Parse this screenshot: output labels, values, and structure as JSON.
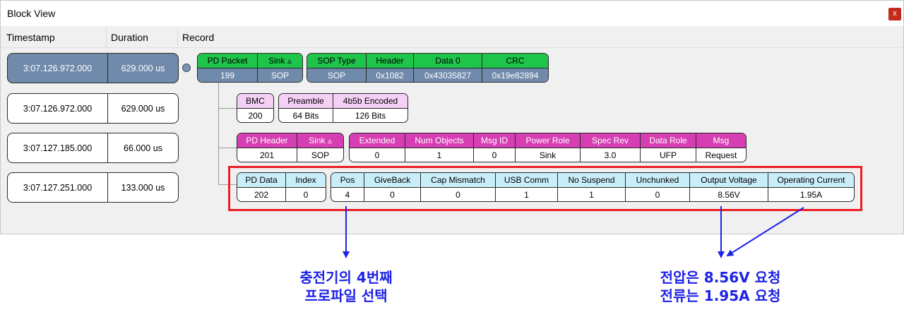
{
  "window": {
    "title": "Block View",
    "close_label": "x"
  },
  "columns": {
    "timestamp": "Timestamp",
    "duration": "Duration",
    "record": "Record"
  },
  "rows": [
    {
      "timestamp": "3:07.126.972.000",
      "duration": "629.000 us",
      "selected": true
    },
    {
      "timestamp": "3:07.126.972.000",
      "duration": "629.000 us",
      "selected": false
    },
    {
      "timestamp": "3:07.127.185.000",
      "duration": "66.000 us",
      "selected": false
    },
    {
      "timestamp": "3:07.127.251.000",
      "duration": "133.000 us",
      "selected": false
    }
  ],
  "packet": {
    "pd_packet": {
      "label": "PD Packet",
      "value": "199"
    },
    "sink": {
      "label": "Sink ▵",
      "value": "SOP"
    },
    "sop_type": {
      "label": "SOP Type",
      "value": "SOP"
    },
    "header": {
      "label": "Header",
      "value": "0x1082"
    },
    "data0": {
      "label": "Data 0",
      "value": "0x43035827"
    },
    "crc": {
      "label": "CRC",
      "value": "0x19e82894"
    }
  },
  "bmc": {
    "bmc": {
      "label": "BMC",
      "value": "200"
    },
    "preamble": {
      "label": "Preamble",
      "value": "64 Bits"
    },
    "encoded": {
      "label": "4b5b Encoded",
      "value": "126 Bits"
    }
  },
  "pd_header": {
    "pd_header": {
      "label": "PD Header",
      "value": "201"
    },
    "sink": {
      "label": "Sink ▵",
      "value": "SOP"
    },
    "extended": {
      "label": "Extended",
      "value": "0"
    },
    "num_objects": {
      "label": "Num Objects",
      "value": "1"
    },
    "msg_id": {
      "label": "Msg ID",
      "value": "0"
    },
    "power_role": {
      "label": "Power Role",
      "value": "Sink"
    },
    "spec_rev": {
      "label": "Spec Rev",
      "value": "3.0"
    },
    "data_role": {
      "label": "Data Role",
      "value": "UFP"
    },
    "msg": {
      "label": "Msg",
      "value": "Request"
    }
  },
  "pd_data": {
    "pd_data": {
      "label": "PD Data",
      "value": "202"
    },
    "index": {
      "label": "Index",
      "value": "0"
    },
    "pos": {
      "label": "Pos",
      "value": "4"
    },
    "giveback": {
      "label": "GiveBack",
      "value": "0"
    },
    "cap_mismatch": {
      "label": "Cap Mismatch",
      "value": "0"
    },
    "usb_comm": {
      "label": "USB Comm",
      "value": "1"
    },
    "no_suspend": {
      "label": "No Suspend",
      "value": "1"
    },
    "unchunked": {
      "label": "Unchunked",
      "value": "0"
    },
    "output_voltage": {
      "label": "Output Voltage",
      "value": "8.56V"
    },
    "operating_current": {
      "label": "Operating Current",
      "value": "1.95A"
    }
  },
  "annotations": {
    "left": {
      "line1": "충전기의 4번째",
      "line2": "프로파일 선택"
    },
    "right": {
      "line1": "전압은 8.56V 요청",
      "line2": "전류는 1.95A 요청"
    }
  },
  "colors": {
    "annotation": "#1e22e6",
    "highlight": "#ee1c24",
    "selected_row": "#6f8aab"
  }
}
